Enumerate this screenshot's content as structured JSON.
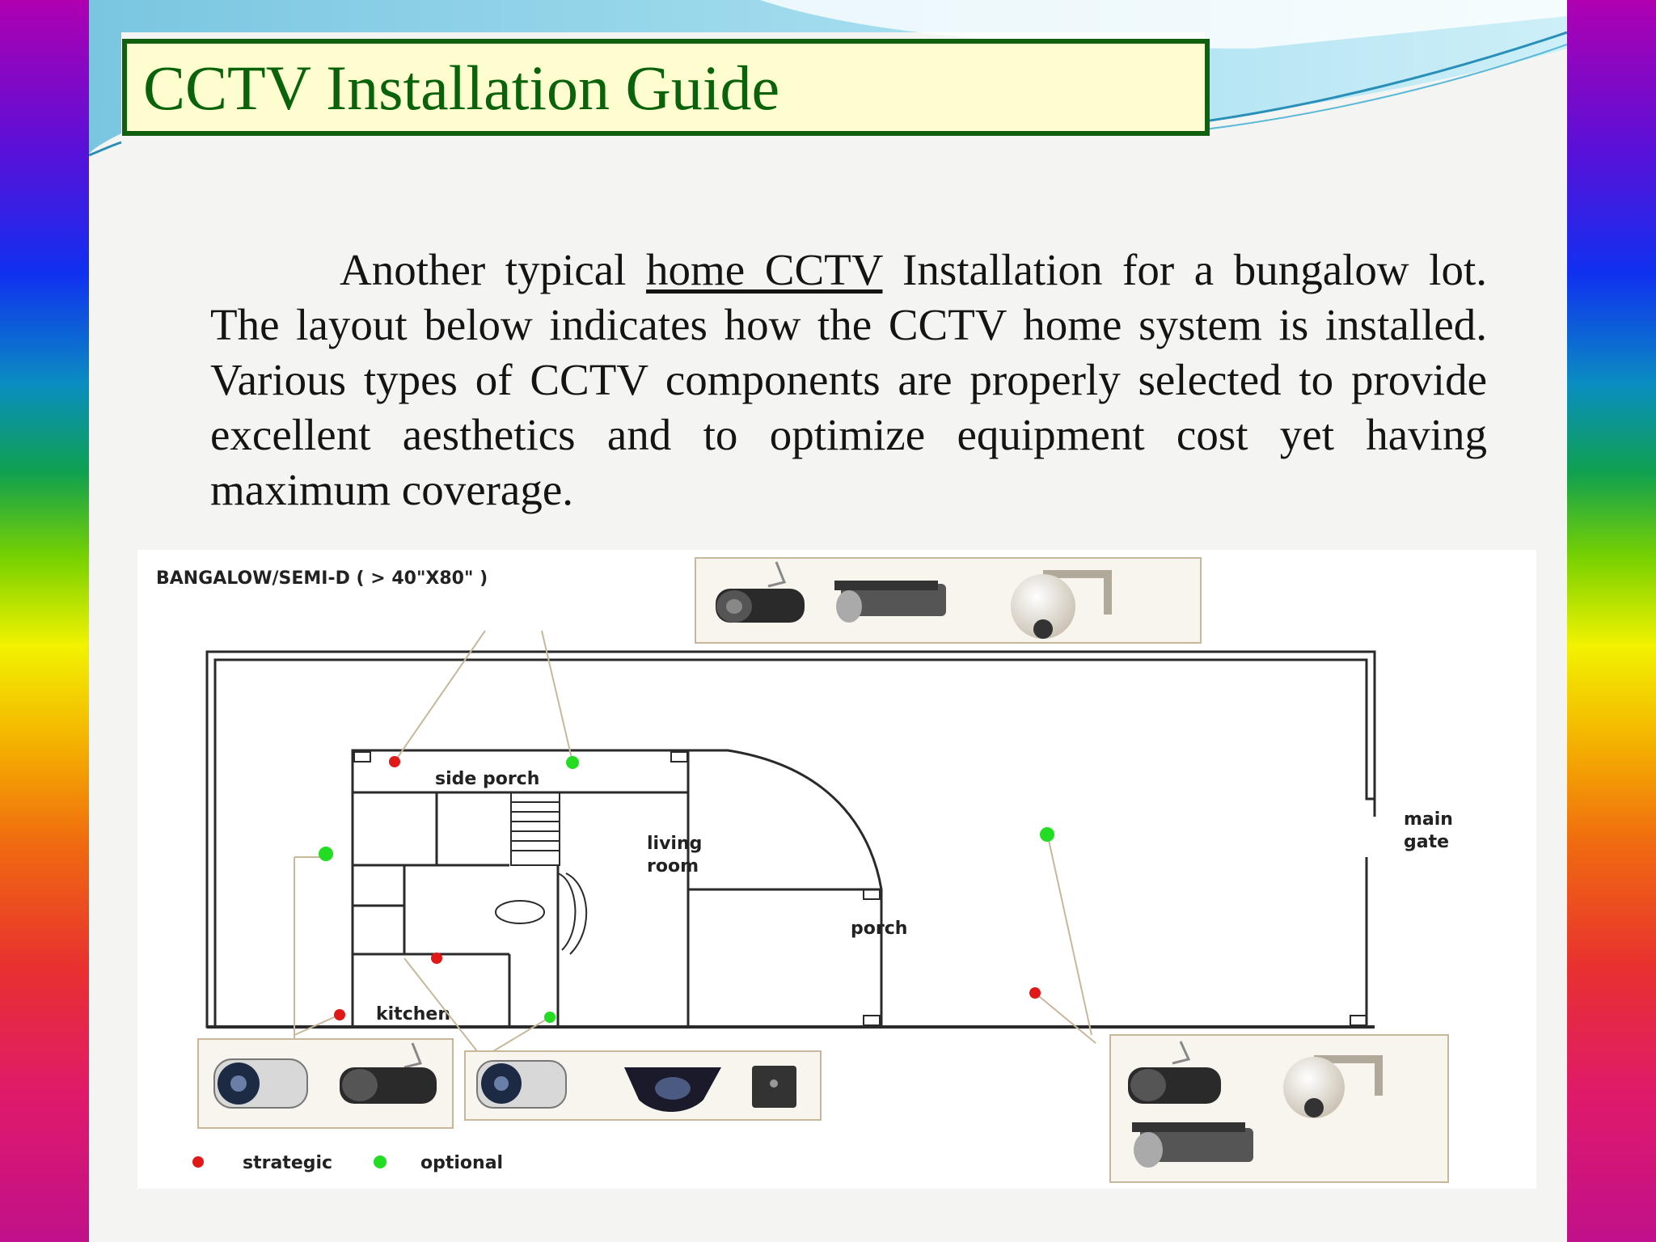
{
  "slide": {
    "title": "CCTV Installation Guide",
    "paragraph": {
      "before_link": "Another typical ",
      "link_text": "home CCTV",
      "after_link": " Installation for a bungalow lot. The layout below indicates how the CCTV home system is installed. Various types of CCTV components are properly selected to provide excellent aesthetics and to optimize equipment cost yet having maximum coverage."
    }
  },
  "diagram": {
    "heading": "BANGALOW/SEMI-D ( > 40\"X80\" )",
    "rooms": {
      "side_porch": "side porch",
      "living": "living",
      "room": "room",
      "porch": "porch",
      "kitchen": "kitchen",
      "main": "main",
      "gate": "gate"
    },
    "legend": {
      "strategic": "strategic",
      "optional": "optional"
    },
    "colors": {
      "strategic": "#e01818",
      "optional": "#22dd22"
    },
    "camera_groups": [
      {
        "position": "top",
        "cameras": [
          "bullet-camera-icon",
          "box-camera-icon",
          "ptz-dome-camera-icon"
        ]
      },
      {
        "position": "bottom-left",
        "cameras": [
          "ir-bullet-camera-icon",
          "bullet-camera-icon"
        ]
      },
      {
        "position": "bottom-center",
        "cameras": [
          "ir-bullet-camera-icon",
          "dome-camera-icon",
          "pinhole-camera-icon"
        ]
      },
      {
        "position": "bottom-right",
        "cameras": [
          "bullet-camera-icon",
          "ptz-dome-camera-icon",
          "box-camera-icon"
        ]
      }
    ]
  }
}
